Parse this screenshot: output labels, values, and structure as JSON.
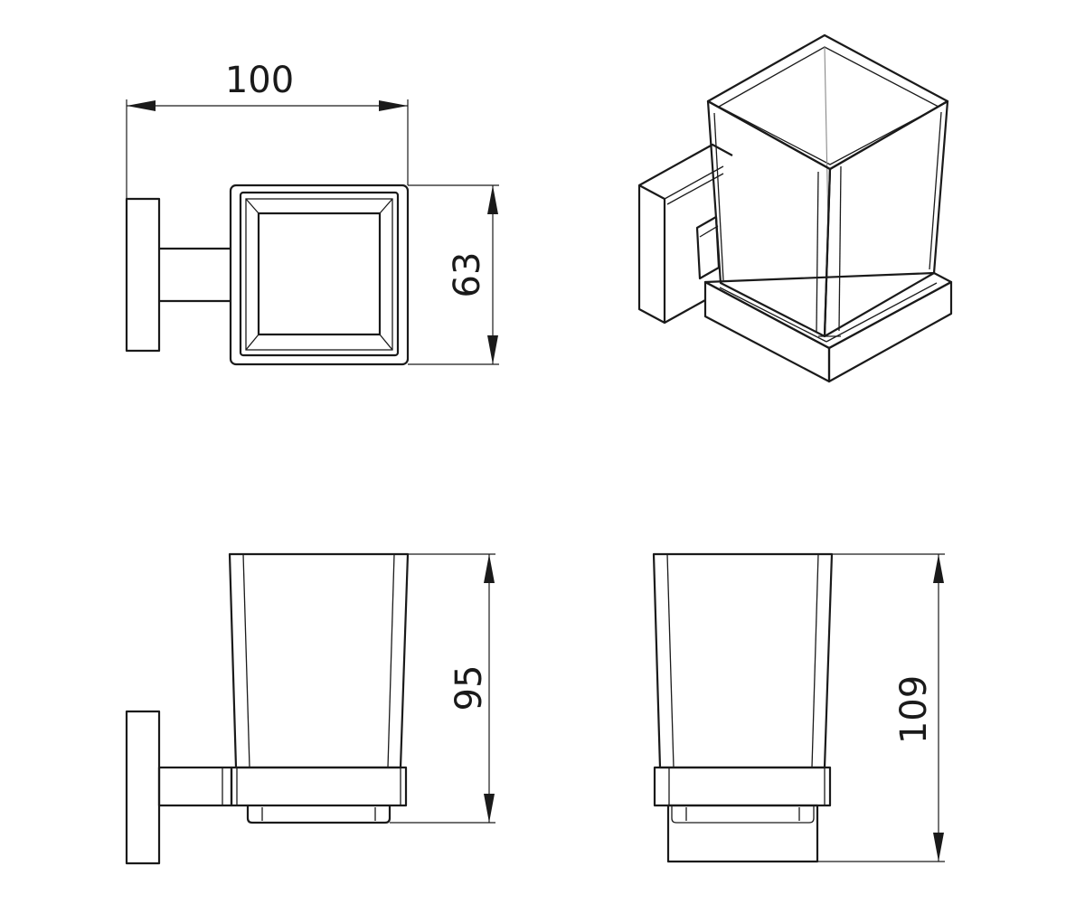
{
  "dimensions": {
    "width_top": "100",
    "depth_top": "63",
    "height_side": "95",
    "height_front": "109"
  },
  "colors": {
    "line": "#1a1a1a",
    "light_line": "#8a8a8a",
    "background": "#ffffff"
  }
}
